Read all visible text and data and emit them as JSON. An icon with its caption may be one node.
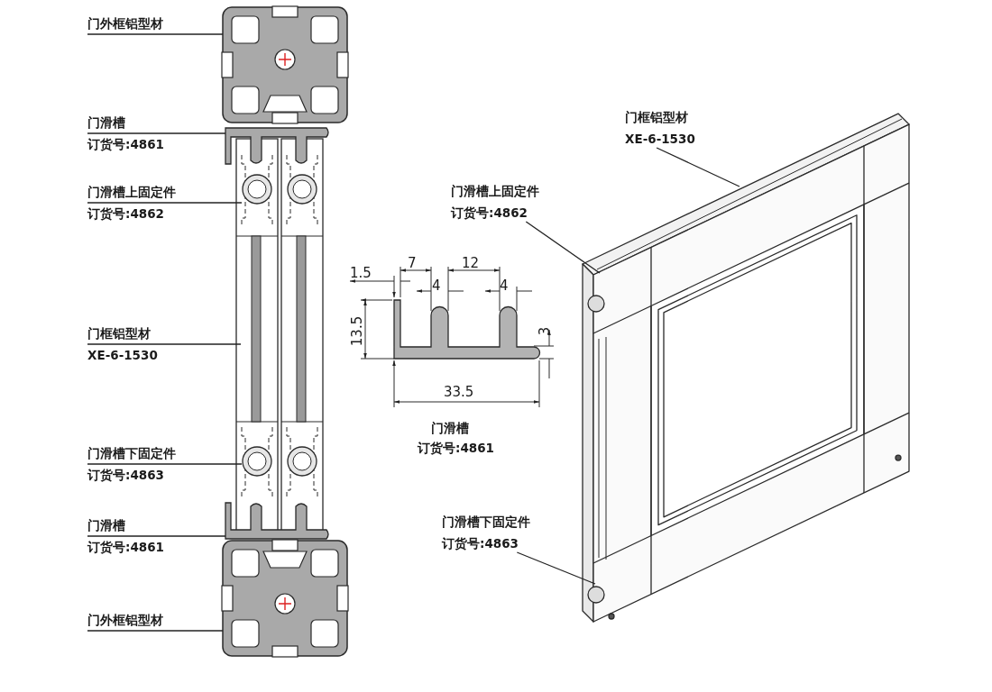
{
  "diagram": {
    "nodes": [
      {
        "text": [
          "门外框铝型材"
        ]
      },
      {
        "text": [
          "门滑槽",
          "订货号:4861"
        ]
      },
      {
        "text": [
          "门滑槽上固定件",
          "订货号:4862"
        ]
      },
      {
        "text": [
          "门框铝型材",
          "XE-6-1530"
        ]
      },
      {
        "text": [
          "门滑槽下固定件",
          "订货号:4863"
        ]
      },
      {
        "text": [
          "门滑槽",
          "订货号:4861"
        ]
      },
      {
        "text": [
          "门外框铝型材"
        ]
      },
      {
        "text": [
          "门框铝型材",
          "XE-6-1530"
        ]
      },
      {
        "text": [
          "门滑槽上固定件",
          "订货号:4862"
        ]
      },
      {
        "text": [
          "门滑槽下固定件",
          "订货号:4863"
        ]
      },
      {
        "text": [],
        "shape": "picture"
      },
      {
        "text": [],
        "shape": "picture"
      },
      {
        "text": [],
        "shape": "picture"
      },
      {
        "text": [],
        "shape": "picture"
      }
    ],
    "edges": [
      {
        "from": 0,
        "to": 10,
        "arrow": "none"
      },
      {
        "from": 1,
        "to": 11,
        "arrow": "none"
      },
      {
        "from": 2,
        "to": null,
        "arrow": "none"
      },
      {
        "from": 3,
        "to": null,
        "arrow": "none"
      },
      {
        "from": 4,
        "to": null,
        "arrow": "none"
      },
      {
        "from": 5,
        "to": 12,
        "arrow": "none"
      },
      {
        "from": 6,
        "to": 13,
        "arrow": "none"
      },
      {
        "from": 7,
        "to": null,
        "arrow": "none"
      },
      {
        "from": 8,
        "to": null,
        "arrow": "none"
      },
      {
        "from": 9,
        "to": null,
        "arrow": "none"
      }
    ],
    "labels": [
      "7",
      "12",
      "1.5",
      "4",
      "4",
      "13.5",
      "3",
      "33.5",
      "门滑槽",
      "订货号:4861"
    ]
  }
}
